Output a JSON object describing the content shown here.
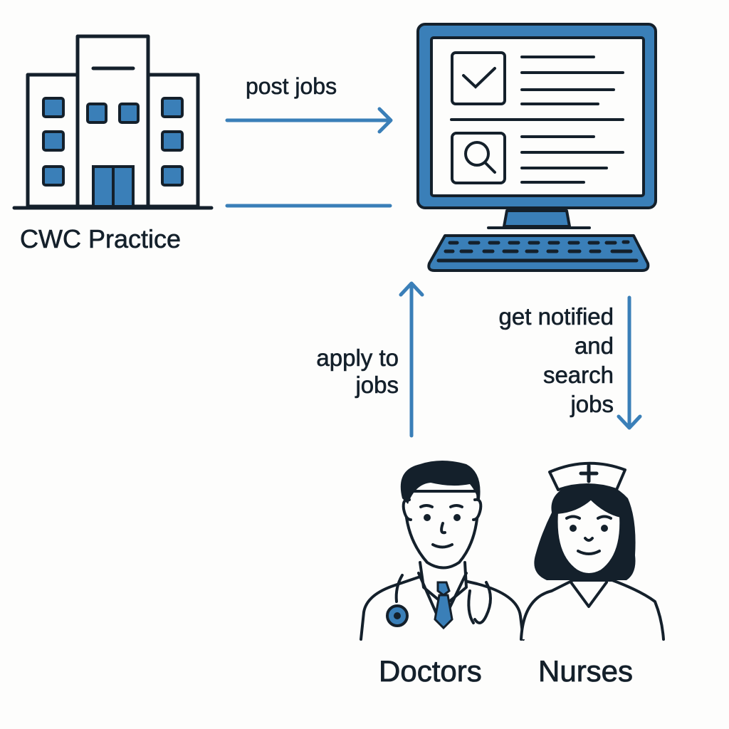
{
  "diagram": {
    "type": "flow",
    "colors": {
      "accent": "#3a7fb8",
      "stroke": "#14202b",
      "background": "#fdfdfc"
    },
    "nodes": {
      "practice": {
        "label": "CWC Practice",
        "icon": "building-icon"
      },
      "platform": {
        "icon": "computer-icon",
        "screen_icons": [
          "checkbox-check-icon",
          "magnifier-search-icon"
        ]
      },
      "doctors": {
        "label": "Doctors",
        "icon": "doctor-icon"
      },
      "nurses": {
        "label": "Nurses",
        "icon": "nurse-icon"
      }
    },
    "edges": {
      "post_jobs": {
        "label": "post jobs",
        "from": "practice",
        "to": "platform"
      },
      "return_line": {
        "label": "",
        "from": "platform",
        "to": "practice"
      },
      "apply": {
        "line1": "apply to",
        "line2": "jobs",
        "from": "doctors",
        "to": "platform"
      },
      "notify": {
        "line1": "get notified",
        "line2": "and",
        "line3": "search",
        "line4": "jobs",
        "from": "platform",
        "to": "nurses"
      }
    }
  }
}
